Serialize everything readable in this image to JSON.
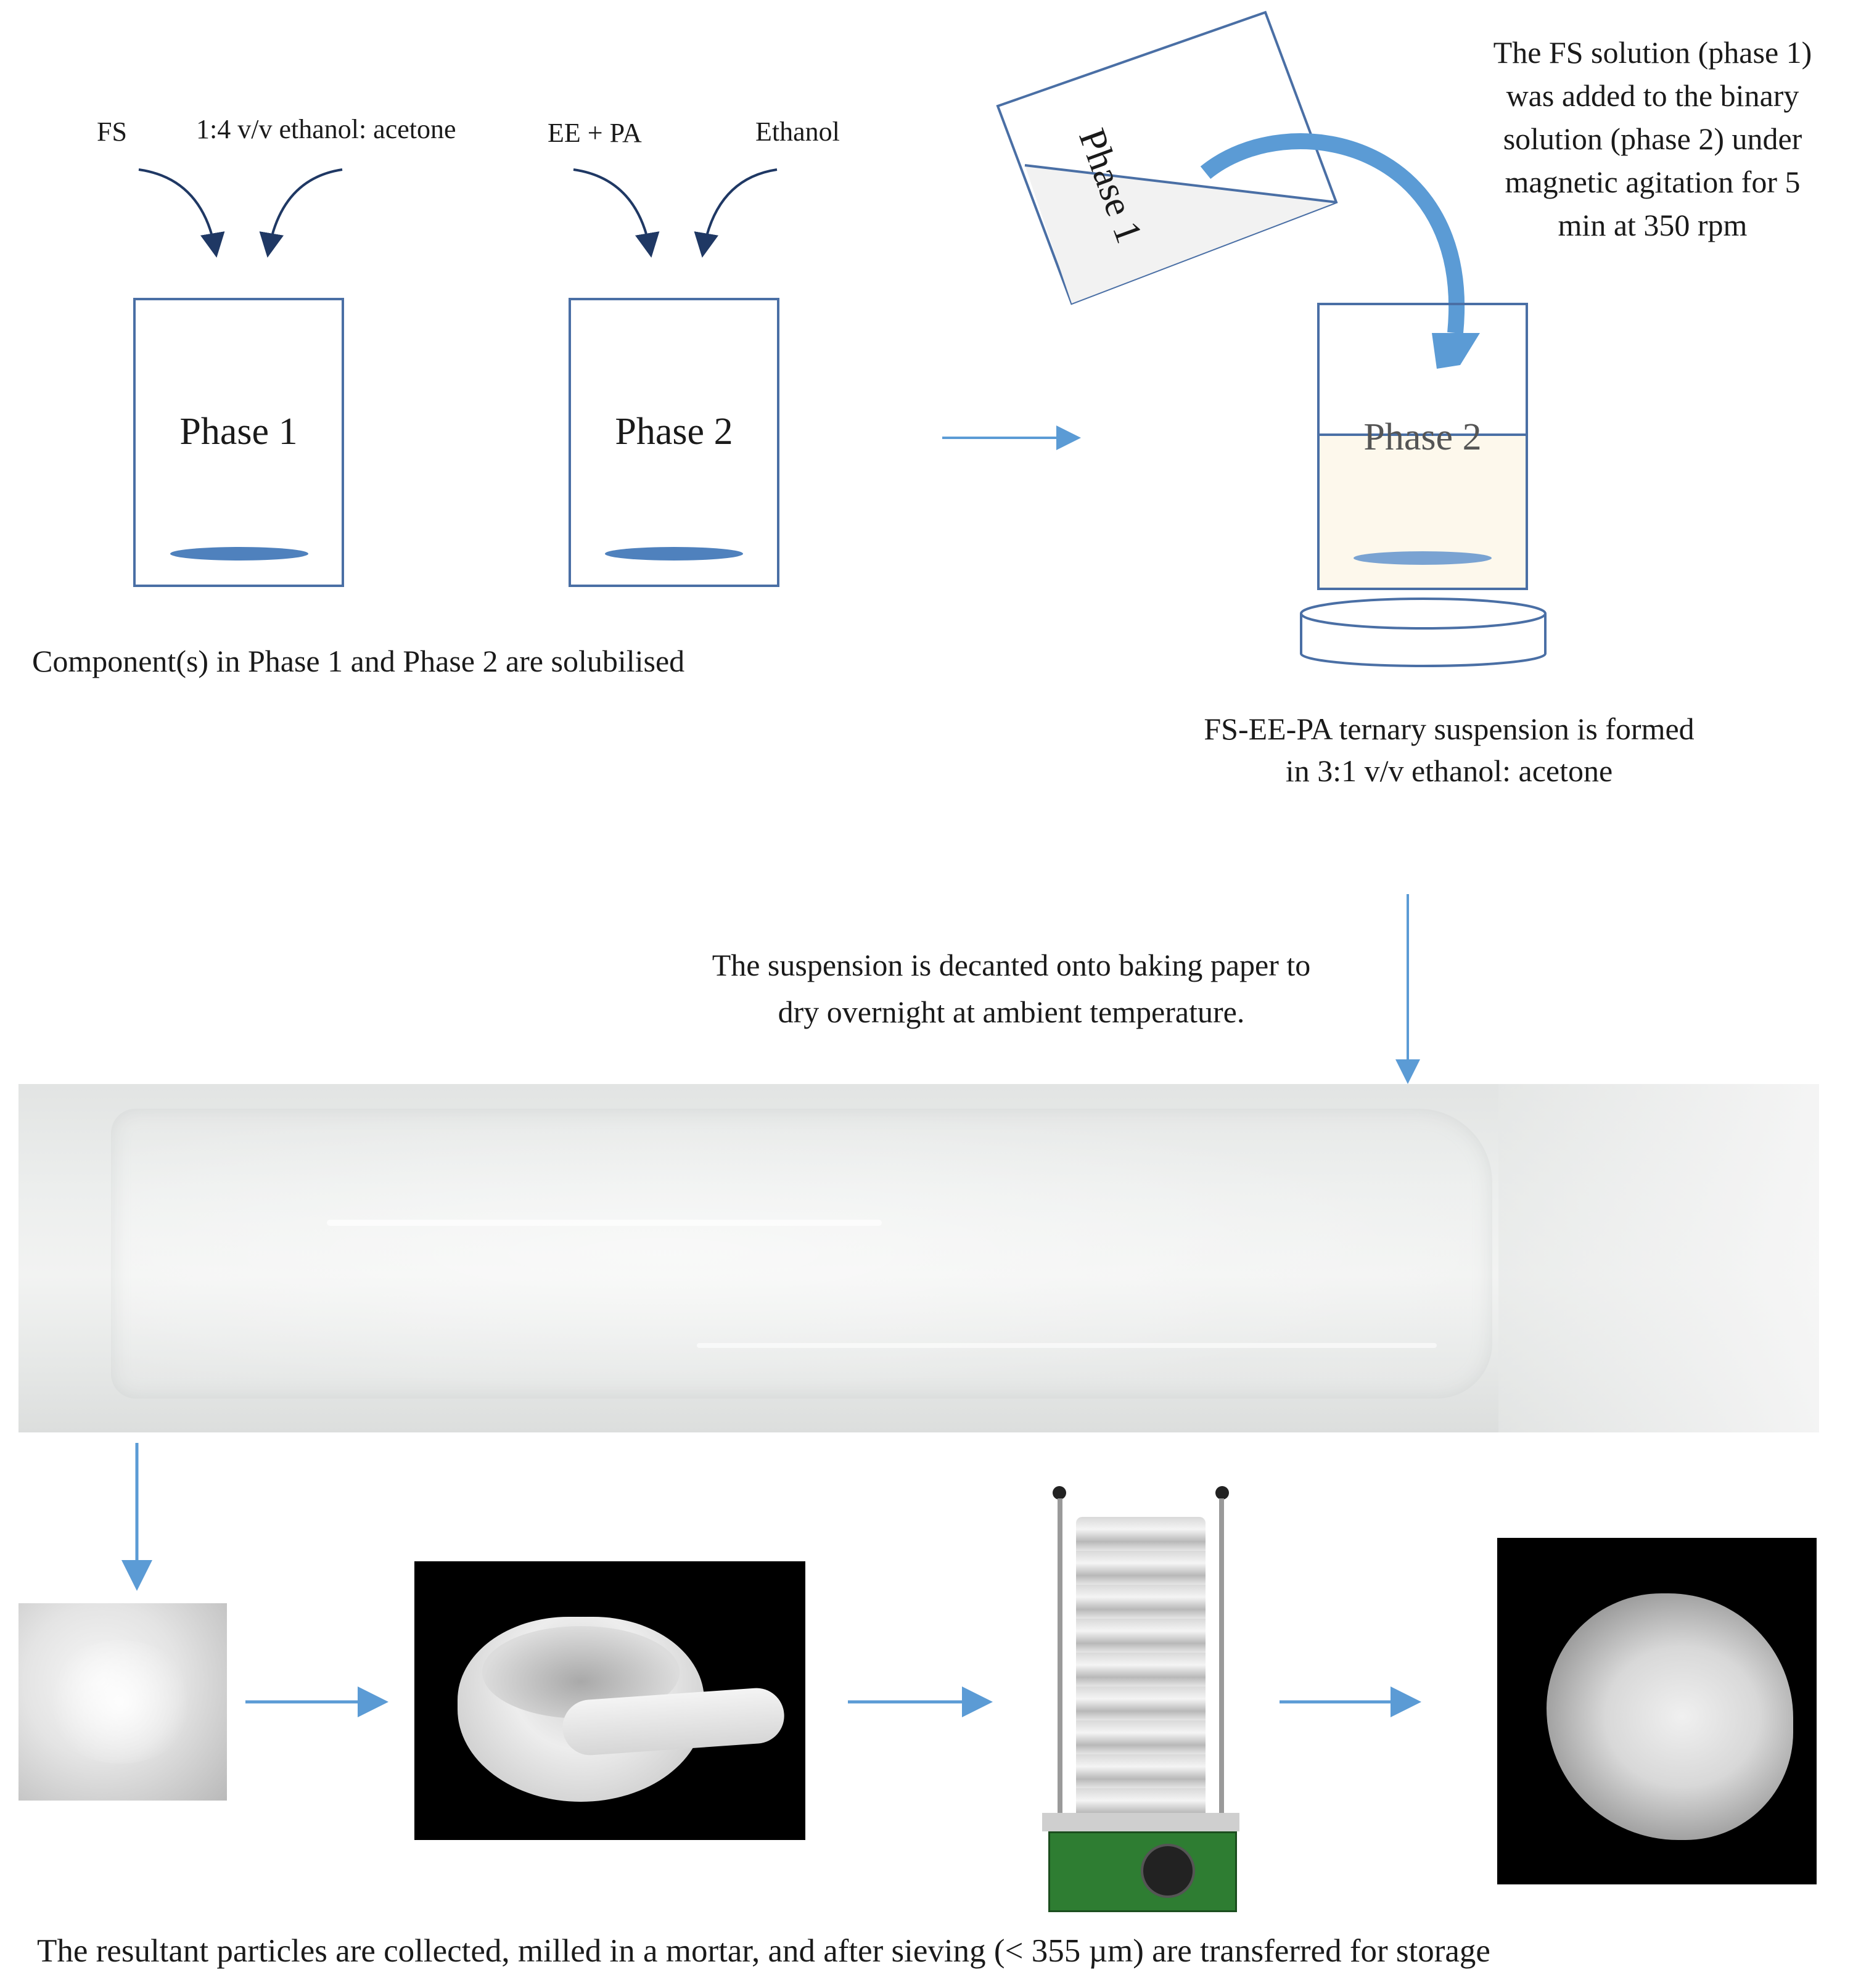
{
  "step1": {
    "phase1_inputs": [
      "FS",
      "1:4 v/v ethanol: acetone"
    ],
    "phase2_inputs": [
      "EE + PA",
      "Ethanol"
    ],
    "beaker1_label": "Phase 1",
    "beaker2_label": "Phase 2",
    "caption": "Component(s) in Phase 1 and Phase 2 are solubilised"
  },
  "step2": {
    "tilted_beaker_label": "Phase 1",
    "receiving_beaker_label": "Phase 2",
    "note_lines": [
      "The FS solution (phase 1)",
      "was added to the binary",
      "solution (phase 2) under",
      "magnetic agitation for 5",
      "min at 350 rpm"
    ],
    "caption_lines": [
      "FS-EE-PA ternary suspension is formed",
      "in 3:1 v/v ethanol: acetone"
    ]
  },
  "step3": {
    "caption_lines": [
      "The suspension is decanted onto baking paper to",
      "dry overnight at ambient temperature."
    ]
  },
  "step4": {
    "caption": "The resultant particles are collected, milled in a mortar, and after sieving (< 355 µm) are transferred for storage"
  },
  "colors": {
    "arrow": "#5b9bd5",
    "dark_arrow": "#1f3864",
    "stir_bar": "#4f81bd",
    "beaker_border": "#4a6fa5",
    "suspension_fill": "#fdf8ec",
    "baking_paper": "#e9ebea"
  }
}
